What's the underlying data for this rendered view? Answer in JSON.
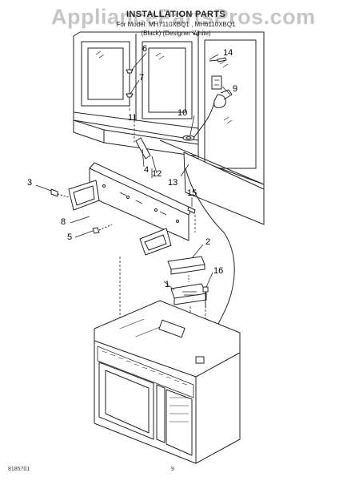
{
  "watermark": "AppliancePartsPros.com",
  "header": {
    "title": "INSTALLATION PARTS",
    "models": "For Model: MH7110XBQ1 , MH6110XBQ1",
    "finish": "(Black) (Designer White)"
  },
  "callouts": [
    "1",
    "2",
    "3",
    "4",
    "5",
    "6",
    "7",
    "8",
    "9",
    "10",
    "11",
    "12",
    "13",
    "14",
    "15",
    "16"
  ],
  "footer": {
    "code": "8185701",
    "page": "9"
  }
}
